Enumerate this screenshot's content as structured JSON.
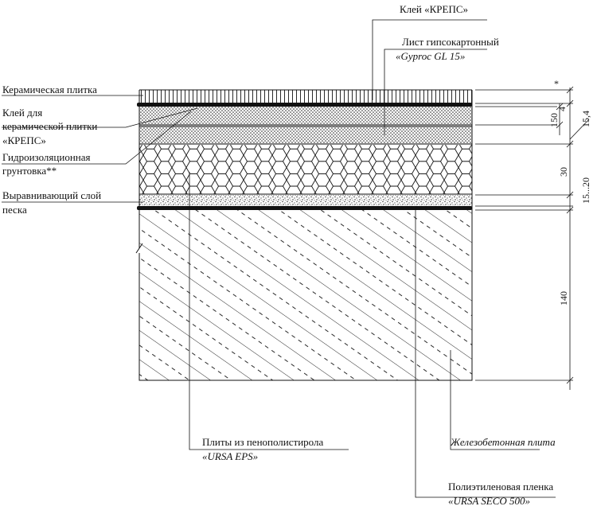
{
  "labels": {
    "ceramic_tile": "Керамическая плитка",
    "tile_adhesive_line1": "Клей для",
    "tile_adhesive_line2": "керамической плитки",
    "tile_adhesive_line3": "«КРЕПС»",
    "waterproof_line1": "Гидроизоляционная",
    "waterproof_line2": "грунтовка**",
    "leveling_line1": "Выравнивающий слой",
    "leveling_line2": "песка",
    "adhesive_kreps": "Клей «КРЕПС»",
    "gypsum_line1": "Лист гипсокартонный",
    "gypsum_line2": "«Gyproc GL 15»",
    "eps_line1": "Плиты из  пенополистирола",
    "eps_line2": "«URSA EPS»",
    "concrete": "Железобетонная  плита",
    "film_line1": "Полиэтиленовая пленка",
    "film_line2": "«URSA SECO 500»"
  },
  "dimensions": {
    "star": "*",
    "d_150": "150",
    "d_4": "4",
    "d_15_4": "15,4",
    "d_30": "30",
    "d_15_20": "15...20",
    "d_140": "140"
  }
}
